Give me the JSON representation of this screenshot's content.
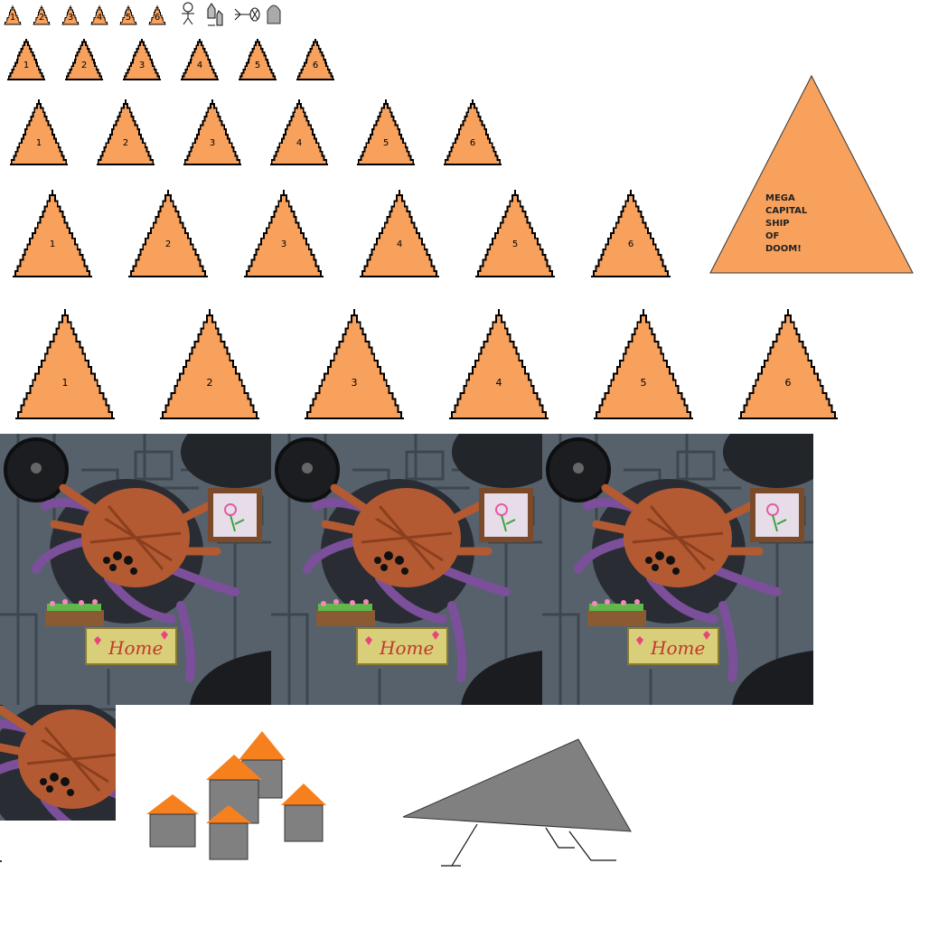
{
  "sheet": {
    "background": "#ffffff",
    "ship_fill": "#f7a15d",
    "ship_outline": "#000000",
    "rows": [
      {
        "size": "tiny",
        "labels": [
          "1",
          "2",
          "3",
          "4",
          "5",
          "6"
        ]
      },
      {
        "size": "small",
        "labels": [
          "1",
          "2",
          "3",
          "4",
          "5",
          "6"
        ]
      },
      {
        "size": "medium",
        "labels": [
          "1",
          "2",
          "3",
          "4",
          "5",
          "6"
        ]
      },
      {
        "size": "large",
        "labels": [
          "1",
          "2",
          "3",
          "4",
          "5",
          "6"
        ]
      },
      {
        "size": "huge",
        "labels": [
          "1",
          "2",
          "3",
          "4",
          "5",
          "6"
        ]
      }
    ],
    "mega_ship": {
      "lines": [
        "MEGA",
        "CAPITAL",
        "SHIP",
        "OF",
        "DOOM!"
      ],
      "text": "MEGA\nCAPITAL\nSHIP\nOF\nDOOM!"
    },
    "icons": [
      "stick-figure-icon",
      "missile-icon",
      "arrow-target-icon",
      "tombstone-icon"
    ],
    "spider_tiles": {
      "sign_text": "Home",
      "count": 3,
      "colors": {
        "wall": "#56616b",
        "spider": "#b35a32",
        "tentacle": "#7b4f9a",
        "sign": "#d9cf7a",
        "heart": "#e8457a"
      }
    },
    "house_colors": {
      "roof": "#f7801e",
      "wall": "#808080"
    },
    "walker_color": "#808080"
  }
}
